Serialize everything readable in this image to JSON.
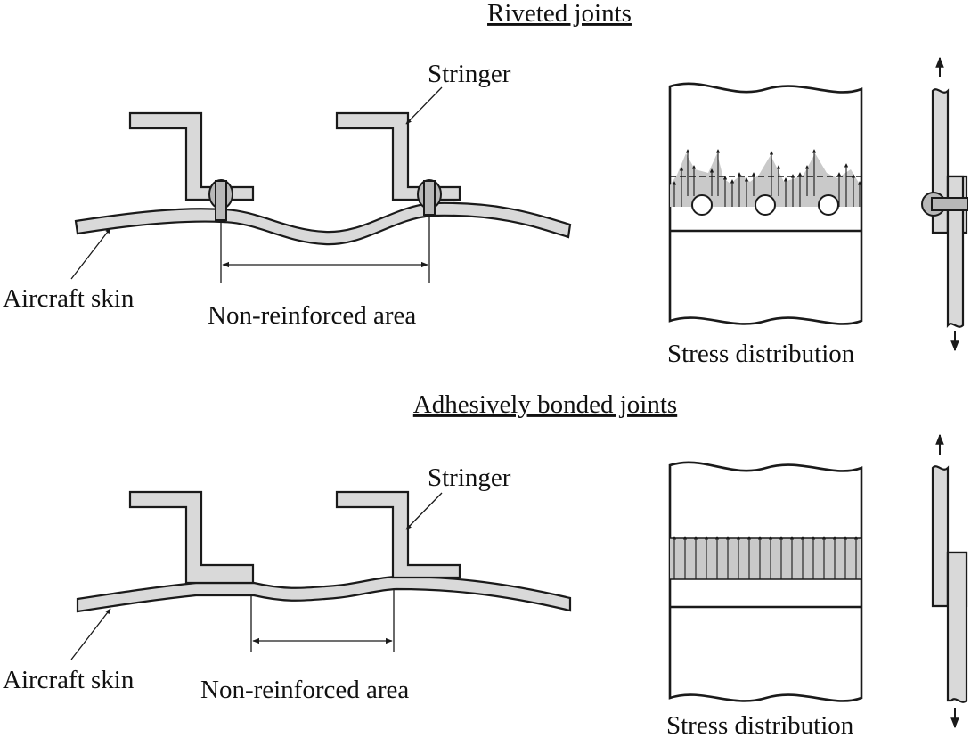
{
  "top_section": {
    "title": "Riveted joints",
    "stringer_label": "Stringer",
    "skin_label": "Aircraft skin",
    "area_label": "Non-reinforced area",
    "stress_label": "Stress distribution"
  },
  "bottom_section": {
    "title": "Adhesively bonded joints",
    "stringer_label": "Stringer",
    "skin_label": "Aircraft skin",
    "area_label": "Non-reinforced area",
    "stress_label": "Stress distribution"
  }
}
